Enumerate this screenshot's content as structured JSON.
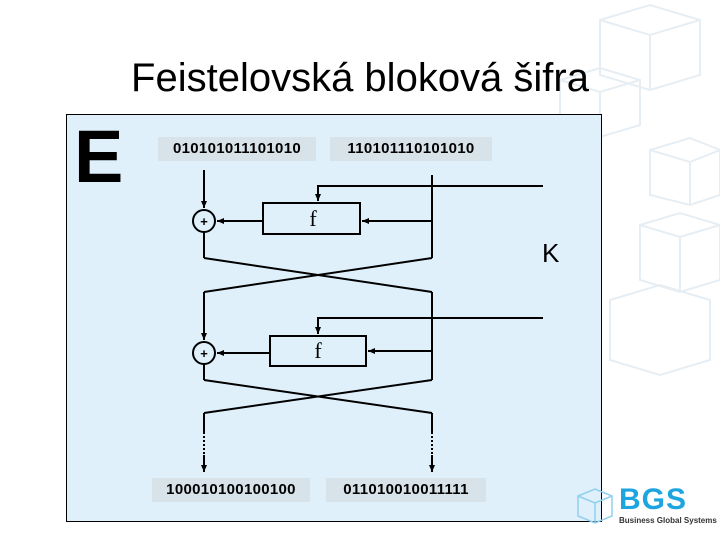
{
  "slide": {
    "title": "Feistelovská bloková šifra",
    "section_letter": "E",
    "key_label": "K",
    "function_label": "f",
    "xor_symbol": "+",
    "input_left": "010101011101010",
    "input_right": "110101110101010",
    "output_left": "100010100100100",
    "output_right": "011010010011111"
  },
  "logo": {
    "name": "BGS",
    "subtitle": "Business Global Systems",
    "color": "#1ea5e0"
  }
}
